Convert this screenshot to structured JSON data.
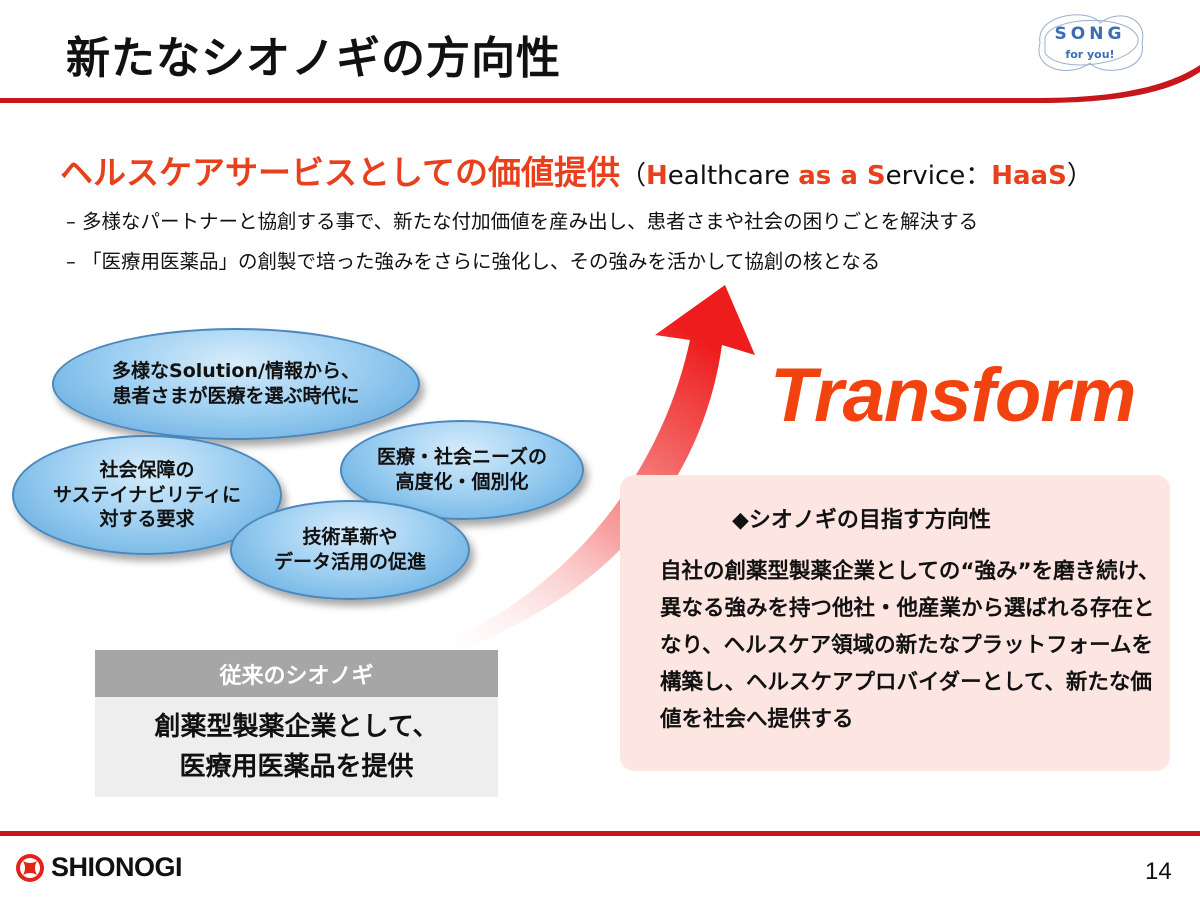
{
  "title": "新たなシオノギの方向性",
  "badge": {
    "line1": "SONG",
    "line2": "for you!"
  },
  "subheading": {
    "jp": "ヘルスケアサービスとしての価値提供",
    "en_open": "（",
    "H": "H",
    "ealthcare": "ealthcare ",
    "as": "as",
    "a": " a ",
    "S": "S",
    "ervice": "ervice：",
    "HaaS": "HaaS",
    "en_close": "）"
  },
  "bullets": [
    "– 多様なパートナーと協創する事で、新たな付加価値を産み出し、患者さまや社会の困りごとを解決する",
    "– 「医療用医薬品」の創製で培った強みをさらに強化し、その強みを活かして協創の核となる"
  ],
  "ellipses": [
    "多様なSolution/情報から、\n患者さまが医療を選ぶ時代に",
    "社会保障の\nサステイナビリティに\n対する要求",
    "医療・社会ニーズの\n高度化・個別化",
    "技術革新や\nデータ活用の促進"
  ],
  "transform": "Transform",
  "direction": {
    "heading": "◆シオノギの目指す方向性",
    "body": "自社の創薬型製薬企業としての“強み”を磨き続け、異なる強みを持つ他社・他産業から選ばれる存在となり、ヘルスケア領域の新たなプラットフォームを構築し、ヘルスケアプロバイダーとして、新たな価値を社会へ提供する"
  },
  "legacy": {
    "heading": "従来のシオノギ",
    "line1": "創薬型製薬企業として、",
    "line2": "医療用医薬品を提供"
  },
  "footer": {
    "logo": "SHIONOGI",
    "page": "14"
  },
  "colors": {
    "accent": "#e8401c",
    "rule": "#c8161d"
  }
}
